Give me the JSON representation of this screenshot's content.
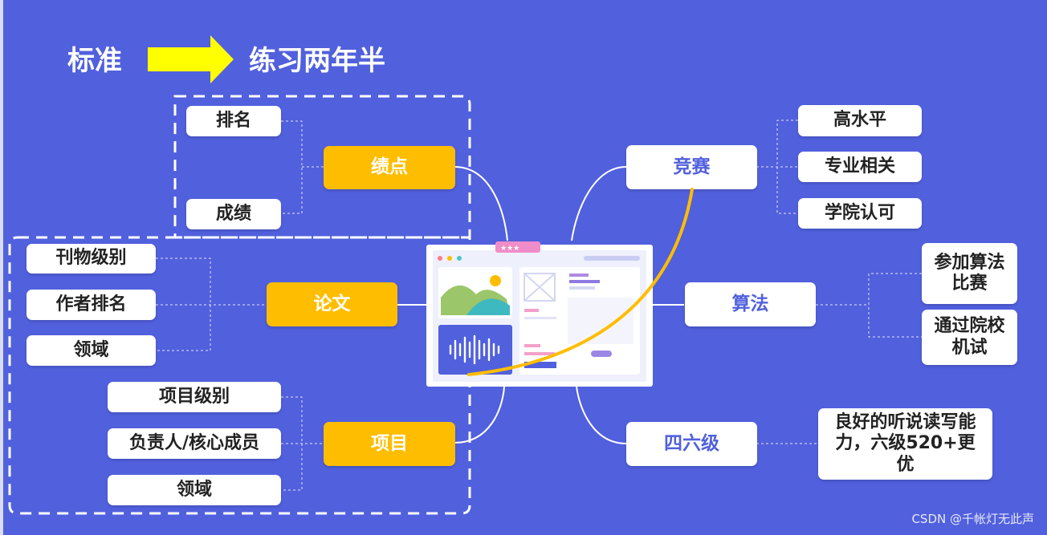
{
  "header": {
    "from": "标准",
    "to": "练习两年半"
  },
  "branches": {
    "gpa": {
      "label": "绩点",
      "children": [
        "排名",
        "成绩"
      ]
    },
    "paper": {
      "label": "论文",
      "children": [
        "刊物级别",
        "作者排名",
        "领域"
      ]
    },
    "project": {
      "label": "项目",
      "children": [
        "项目级别",
        "负责人/核心成员",
        "领域"
      ]
    },
    "competition": {
      "label": "竞赛",
      "children": [
        "高水平",
        "专业相关",
        "学院认可"
      ]
    },
    "algorithm": {
      "label": "算法",
      "children": [
        "参加算法比赛",
        "通过院校机试"
      ]
    },
    "cet": {
      "label": "四六级",
      "children": [
        "良好的听说读写能力，六级520+更优"
      ]
    }
  },
  "monitor": {
    "badge_icon": "star-rating-icon"
  },
  "watermark": "CSDN @千帐灯无此声",
  "colors": {
    "background": "#5160DD",
    "accent": "#FFBD00",
    "arrow": "#FFFF00",
    "node": "#FFFFFF"
  }
}
